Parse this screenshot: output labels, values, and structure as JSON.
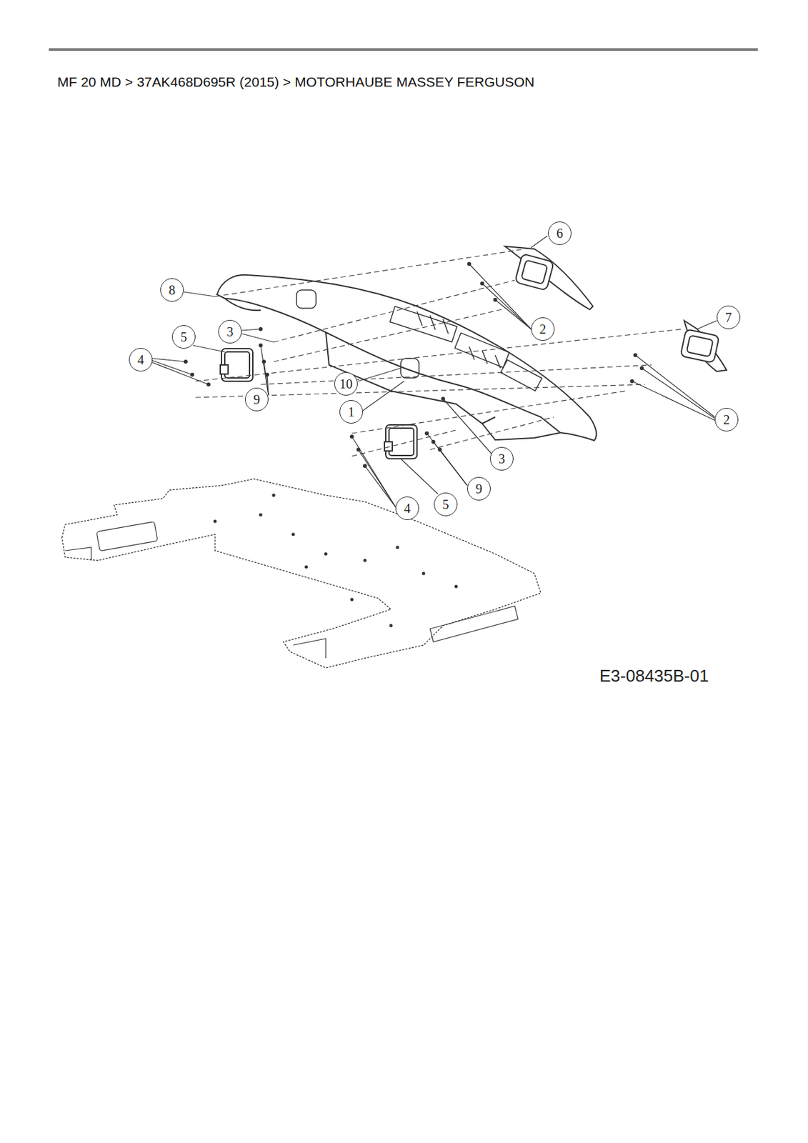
{
  "diagram": {
    "title": "MF 20 MD  >  37AK468D695R (2015)  >  MOTORHAUBE MASSEY FERGUSON",
    "labels": [
      "6",
      "8",
      "3",
      "2",
      "5",
      "7",
      "4",
      "9",
      "10",
      "1",
      "2",
      "3",
      "9",
      "4",
      "5",
      "E3-08435B-01"
    ]
  }
}
